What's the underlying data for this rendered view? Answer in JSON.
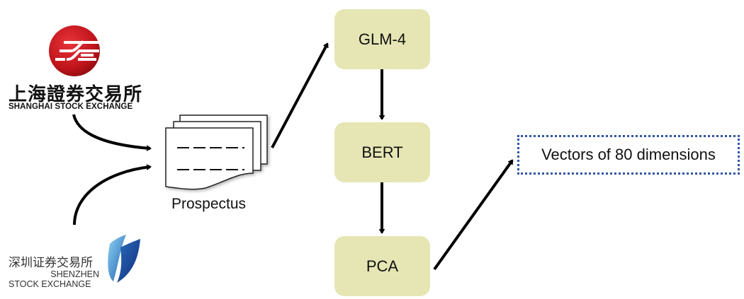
{
  "diagram": {
    "sources": {
      "shanghai": {
        "name_cn": "上海證券交易所",
        "name_en": "SHANGHAI STOCK EXCHANGE",
        "logo_icon": "sse-logo-icon",
        "logo_color": "#c8161d"
      },
      "shenzhen": {
        "name_cn": "深圳证券交易所",
        "name_en_line1": "SHENZHEN",
        "name_en_line2": "STOCK EXCHANGE",
        "logo_icon": "szse-logo-icon",
        "logo_color": "#1b4fa0"
      }
    },
    "document": {
      "label": "Prospectus",
      "icon": "document-stack-icon"
    },
    "pipeline": [
      {
        "id": "glm4",
        "label": "GLM-4"
      },
      {
        "id": "bert",
        "label": "BERT"
      },
      {
        "id": "pca",
        "label": "PCA"
      }
    ],
    "output": {
      "label": "Vectors of 80 dimensions",
      "border_color": "#2f55a4"
    },
    "node_fill": "#e6e6b5",
    "edges": [
      {
        "from": "shanghai",
        "to": "document"
      },
      {
        "from": "shenzhen",
        "to": "document"
      },
      {
        "from": "document",
        "to": "glm4"
      },
      {
        "from": "glm4",
        "to": "bert"
      },
      {
        "from": "bert",
        "to": "pca"
      },
      {
        "from": "pca",
        "to": "output"
      }
    ]
  }
}
